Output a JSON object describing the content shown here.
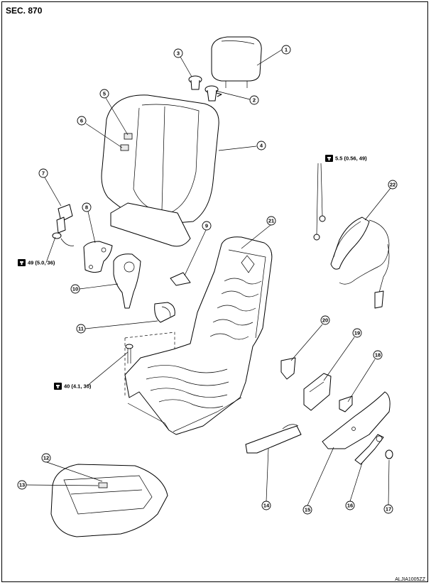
{
  "header": {
    "section": "SEC. 870"
  },
  "footer": {
    "figure_id": "ALJIA1005ZZ"
  },
  "callouts": [
    "1",
    "2",
    "3",
    "4",
    "5",
    "6",
    "7",
    "8",
    "9",
    "10",
    "11",
    "12",
    "13",
    "14",
    "15",
    "16",
    "17",
    "18",
    "19",
    "20",
    "21",
    "22"
  ],
  "torques": {
    "t1": "5.5 (0.56, 49)",
    "t2": "49 (5.0, 36)",
    "t3": "40 (4.1, 30)"
  },
  "icons": {
    "torque": "torque-wrench-icon"
  }
}
